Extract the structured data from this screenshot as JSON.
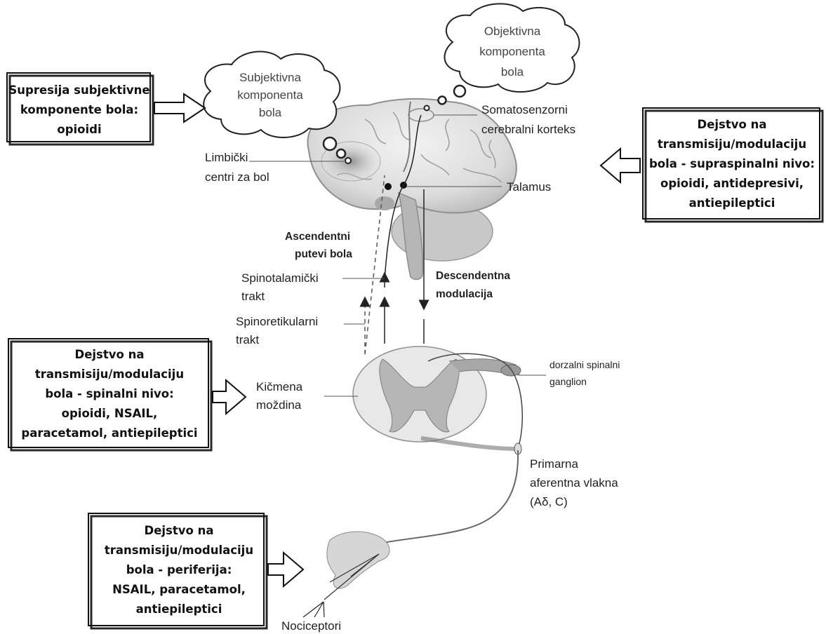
{
  "clouds": {
    "subjective": [
      "Subjektivna",
      "komponenta",
      "bola"
    ],
    "objective": [
      "Objektivna",
      "komponenta",
      "bola"
    ]
  },
  "boxes": {
    "subjective_suppression": [
      "Supresija subjektivne",
      "komponente bola:",
      "opioidi"
    ],
    "supraspinal": [
      "Dejstvo na",
      "transmisiju/modulaciju",
      "bola - supraspinalni nivo:",
      "opioidi, antidepresivi,",
      "antiepileptici"
    ],
    "spinal": [
      "Dejstvo na",
      "transmisiju/modulaciju",
      "bola - spinalni nivo:",
      "opioidi, NSAIL,",
      "paracetamol, antiepileptici"
    ],
    "peripheral": [
      "Dejstvo na",
      "transmisiju/modulaciju",
      "bola - periferija:",
      "NSAIL, paracetamol,",
      "antiepileptici"
    ]
  },
  "labels": {
    "somatosensory": [
      "Somatosenzorni",
      "cerebralni korteks"
    ],
    "limbic": [
      "Limbički",
      "centri za bol"
    ],
    "thalamus": "Talamus",
    "ascending": [
      "Ascendentni",
      "putevi bola"
    ],
    "spinothalamic": [
      "Spinotalamički",
      "trakt"
    ],
    "descending": [
      "Descendentna",
      "modulacija"
    ],
    "spinoreticular": [
      "Spinoretikularni",
      "trakt"
    ],
    "spinal_cord": [
      "Kičmena",
      "moždina"
    ],
    "ganglion": [
      "dorzalni spinalni",
      "ganglion"
    ],
    "afferent": [
      "Primarna",
      "aferentna vlakna",
      "(Aδ, C)"
    ],
    "nociceptors": "Nociceptori"
  }
}
